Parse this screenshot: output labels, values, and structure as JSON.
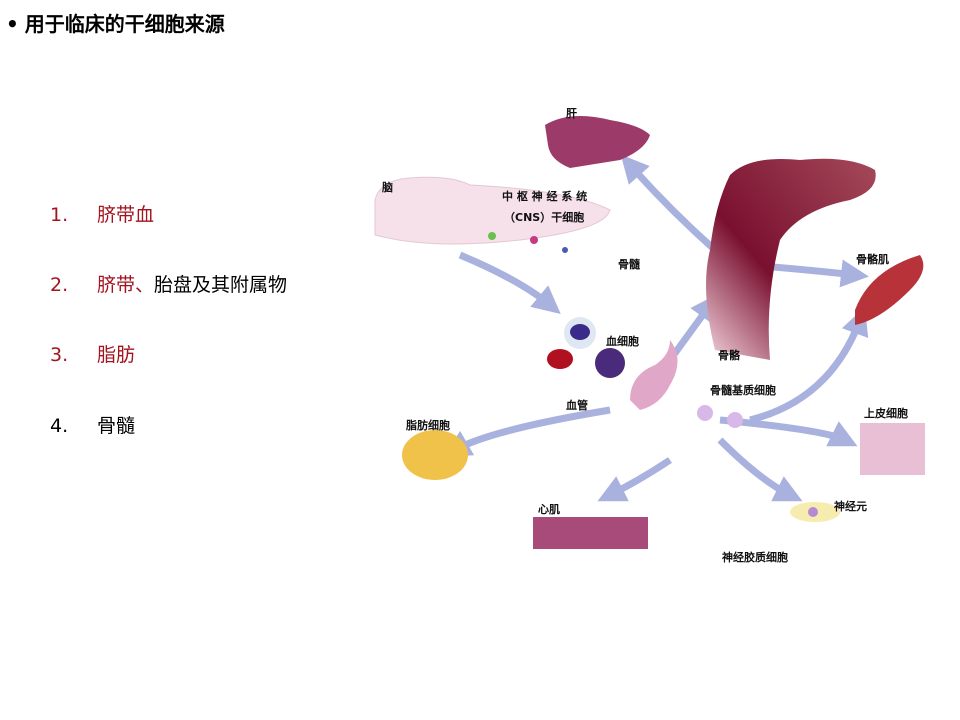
{
  "title": {
    "bullet": "•",
    "text": "用于临床的干细胞来源"
  },
  "list": [
    {
      "num": "1.",
      "parts": [
        {
          "text": "脐带血",
          "color": "#a31420"
        }
      ]
    },
    {
      "num": "2.",
      "parts": [
        {
          "text": "脐带、",
          "color": "#a31420"
        },
        {
          "text": "胎盘及其附属物",
          "color": "#000000"
        }
      ]
    },
    {
      "num": "3.",
      "parts": [
        {
          "text": "脂肪",
          "color": "#a31420"
        }
      ]
    },
    {
      "num": "4.",
      "parts": [
        {
          "text": "骨髓",
          "color": "#000000"
        }
      ]
    }
  ],
  "figure": {
    "labels": {
      "liver": "肝",
      "brain": "脑",
      "cns_line1": "中 枢 神 经 系 统",
      "cns_line2": "（CNS）干细胞",
      "bone_marrow": "骨髓",
      "skeletal_muscle": "骨骼肌",
      "blood_cells": "血细胞",
      "bone": "骨骼",
      "marrow_stromal_cells": "骨髓基质细胞",
      "blood_vessel": "血管",
      "adipocyte": "脂肪细胞",
      "epithelial_cells": "上皮细胞",
      "cardiac_muscle": "心肌",
      "neuron": "神经元",
      "glial_cells": "神经胶质细胞"
    },
    "colors": {
      "arrow": "#a9b2de",
      "bone_marrow": "#8a1a3a",
      "liver": "#9c3a6a"
    }
  }
}
